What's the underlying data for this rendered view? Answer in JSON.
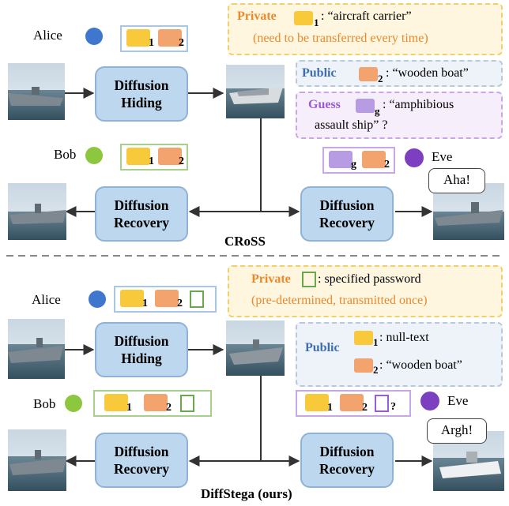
{
  "colors": {
    "box_fill": "#bcd7ee",
    "box_stroke": "#8fb3d6",
    "alice_blue": "#3f77cf",
    "bob_green": "#8dc63f",
    "eve_purple": "#7c3fbf",
    "private_orange": "#e8892b",
    "public_blue": "#3d6eb5",
    "guess_purple": "#9a5bd3",
    "msg_yellow": "#f8c93a",
    "msg_orange": "#f2a36e",
    "msg_purple": "#b79be3",
    "key_green": "#6aa84f"
  },
  "icons": {
    "user": "smiley-face-icon",
    "attacker": "devil-face-icon",
    "message": "speech-bubble-icon",
    "key": "key-icon"
  },
  "top": {
    "alice": "Alice",
    "bob": "Bob",
    "eve": "Eve",
    "hiding": [
      "Diffusion",
      "Hiding"
    ],
    "recovery": [
      "Diffusion",
      "Recovery"
    ],
    "caption": "CRoSS",
    "private": {
      "title": "Private",
      "sub": "1",
      "text": ": “aircraft carrier”",
      "note": "(need to be transferred every time)"
    },
    "public": {
      "title": "Public",
      "sub": "2",
      "text": ": “wooden boat”"
    },
    "guess": {
      "title": "Guess",
      "sub": "g",
      "text1": ": “amphibious",
      "text2": "assault ship” ?"
    },
    "eve_says": "Aha!",
    "msg1": "1",
    "msg2": "2",
    "msgg": "g"
  },
  "bottom": {
    "alice": "Alice",
    "bob": "Bob",
    "eve": "Eve",
    "hiding": [
      "Diffusion",
      "Hiding"
    ],
    "recovery": [
      "Diffusion",
      "Recovery"
    ],
    "caption": "DiffStega (ours)",
    "private": {
      "title": "Private",
      "text": ": specified password",
      "note": "(pre-determined, transmitted once)"
    },
    "public": {
      "title": "Public",
      "sub1": "1",
      "text1": ": null-text",
      "sub2": "2",
      "text2": ": “wooden boat”"
    },
    "eve_says": "Argh!",
    "msg1": "1",
    "msg2": "2",
    "keyq": "?"
  }
}
